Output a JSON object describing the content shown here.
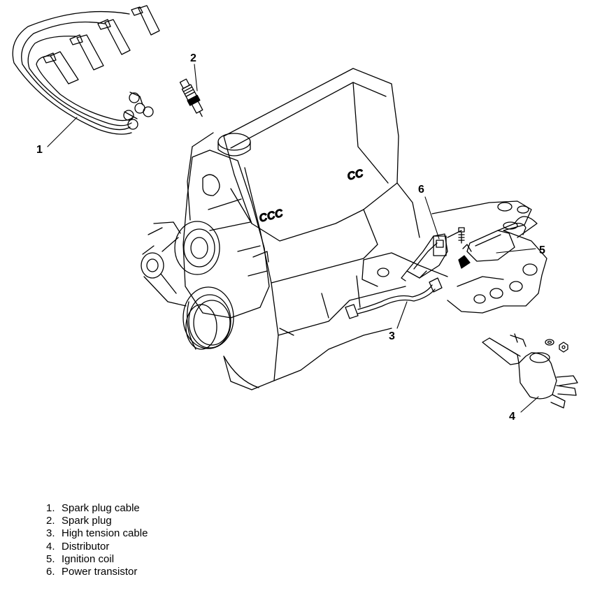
{
  "callouts": [
    {
      "number": "1"
    },
    {
      "number": "2"
    },
    {
      "number": "3"
    },
    {
      "number": "4"
    },
    {
      "number": "5"
    },
    {
      "number": "6"
    }
  ],
  "legend": [
    {
      "number": "1.",
      "label": "Spark plug cable"
    },
    {
      "number": "2.",
      "label": "Spark plug"
    },
    {
      "number": "3.",
      "label": "High tension cable"
    },
    {
      "number": "4.",
      "label": "Distributor"
    },
    {
      "number": "5.",
      "label": "Ignition coil"
    },
    {
      "number": "6.",
      "label": "Power transistor"
    }
  ],
  "engine_marks": [
    "CCC",
    "CC"
  ],
  "colors": {
    "line": "#000000",
    "background": "#ffffff"
  }
}
